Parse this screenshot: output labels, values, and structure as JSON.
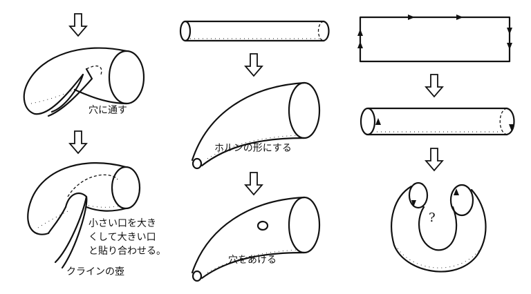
{
  "left_column": {
    "step1_label": "穴に通す",
    "step2_label_lines": [
      "小さい口を大き",
      "くして大きい口",
      "と貼り合わせる。"
    ],
    "result_label": "クラインの壺"
  },
  "middle_column": {
    "step1_label": "ホルンの形にする",
    "step2_label": "穴をあける"
  },
  "right_column": {
    "question_mark": "?"
  }
}
